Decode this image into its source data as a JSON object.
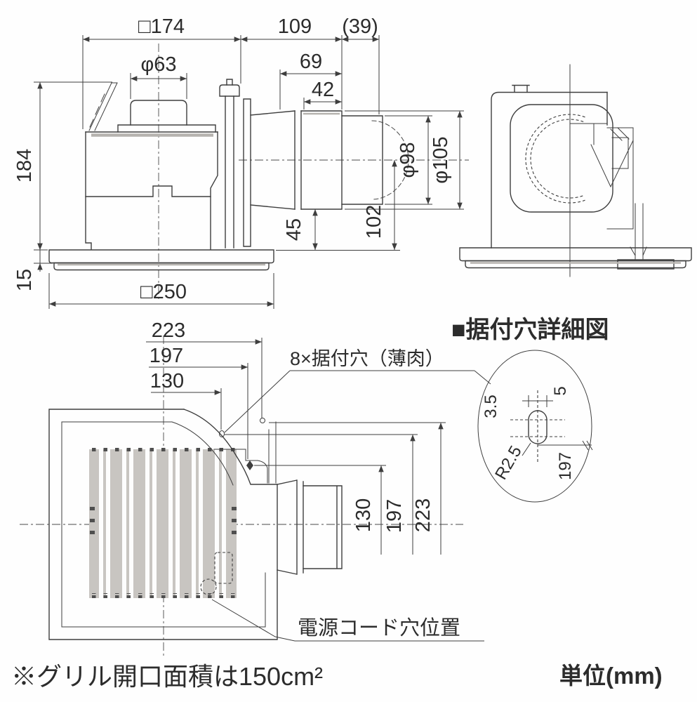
{
  "colors": {
    "line": "#3e3e3e",
    "shadow": "#b6b3af",
    "grille_fill": "#c8c5c1",
    "text": "#2c2c2c",
    "background": "#fefefe"
  },
  "side_view": {
    "width_top": "□174",
    "duct_length": "109",
    "duct_extension": "(39)",
    "collar_diameter": "φ63",
    "dim_69": "69",
    "dim_42": "42",
    "body_height": "184",
    "flange_height": "15",
    "duct_inner_diameter": "φ98",
    "duct_outer_diameter": "φ105",
    "dim_45": "45",
    "dim_102": "102",
    "width_bottom": "□250"
  },
  "plan_view": {
    "top_dim_223": "223",
    "top_dim_197": "197",
    "top_dim_130": "130",
    "right_dim_130": "130",
    "right_dim_197": "197",
    "right_dim_223": "223",
    "mount_hole_label": "8×据付穴（薄肉）",
    "power_cord_label": "電源コード穴位置"
  },
  "detail_view": {
    "title": "■据付穴詳細図",
    "dim_3_5": "3.5",
    "dim_5": "5",
    "radius": "R2.5",
    "pitch_197": "197"
  },
  "notes": {
    "grille_area": "※グリル開口面積は150cm²",
    "unit": "単位(mm)"
  }
}
